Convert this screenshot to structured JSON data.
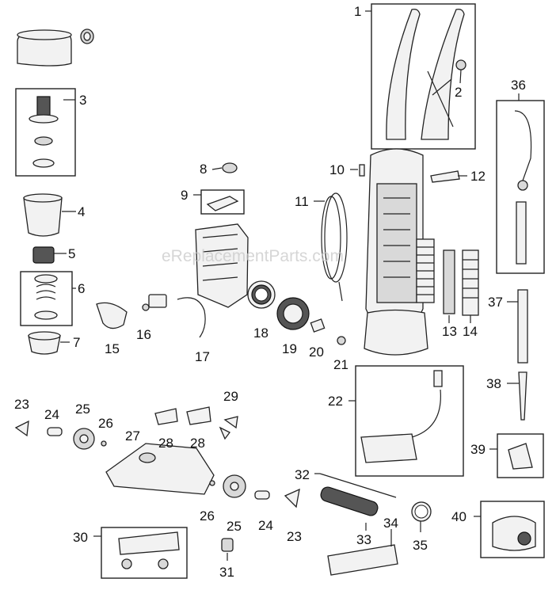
{
  "watermark": "eReplacementParts.com",
  "callouts": [
    "1",
    "2",
    "3",
    "4",
    "5",
    "6",
    "7",
    "8",
    "9",
    "10",
    "11",
    "12",
    "13",
    "14",
    "15",
    "16",
    "17",
    "18",
    "19",
    "20",
    "21",
    "22",
    "23",
    "24",
    "25",
    "26",
    "27",
    "28",
    "28",
    "29",
    "26",
    "25",
    "24",
    "23",
    "30",
    "31",
    "32",
    "33",
    "34",
    "35",
    "36",
    "37",
    "38",
    "39",
    "40"
  ]
}
